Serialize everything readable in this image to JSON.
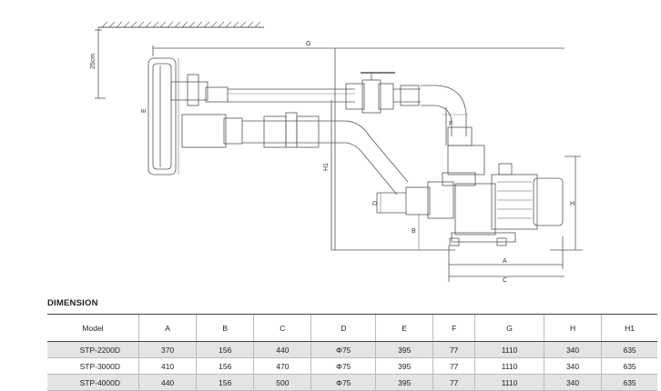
{
  "drawing": {
    "labels": {
      "wall_depth": "25cm",
      "G": "G",
      "E": "E",
      "F": "F",
      "H1": "H1",
      "D": "D",
      "B": "B",
      "H": "H",
      "A": "A",
      "C": "C"
    }
  },
  "dimension": {
    "title": "DIMENSION",
    "headers": [
      "Model",
      "A",
      "B",
      "C",
      "D",
      "E",
      "F",
      "G",
      "H",
      "H1"
    ],
    "rows": [
      [
        "STP-2200D",
        "370",
        "156",
        "440",
        "Φ75",
        "395",
        "77",
        "1110",
        "340",
        "635"
      ],
      [
        "STP-3000D",
        "410",
        "156",
        "470",
        "Φ75",
        "395",
        "77",
        "1110",
        "340",
        "635"
      ],
      [
        "STP-4000D",
        "440",
        "156",
        "500",
        "Φ75",
        "395",
        "77",
        "1110",
        "340",
        "635"
      ]
    ]
  }
}
